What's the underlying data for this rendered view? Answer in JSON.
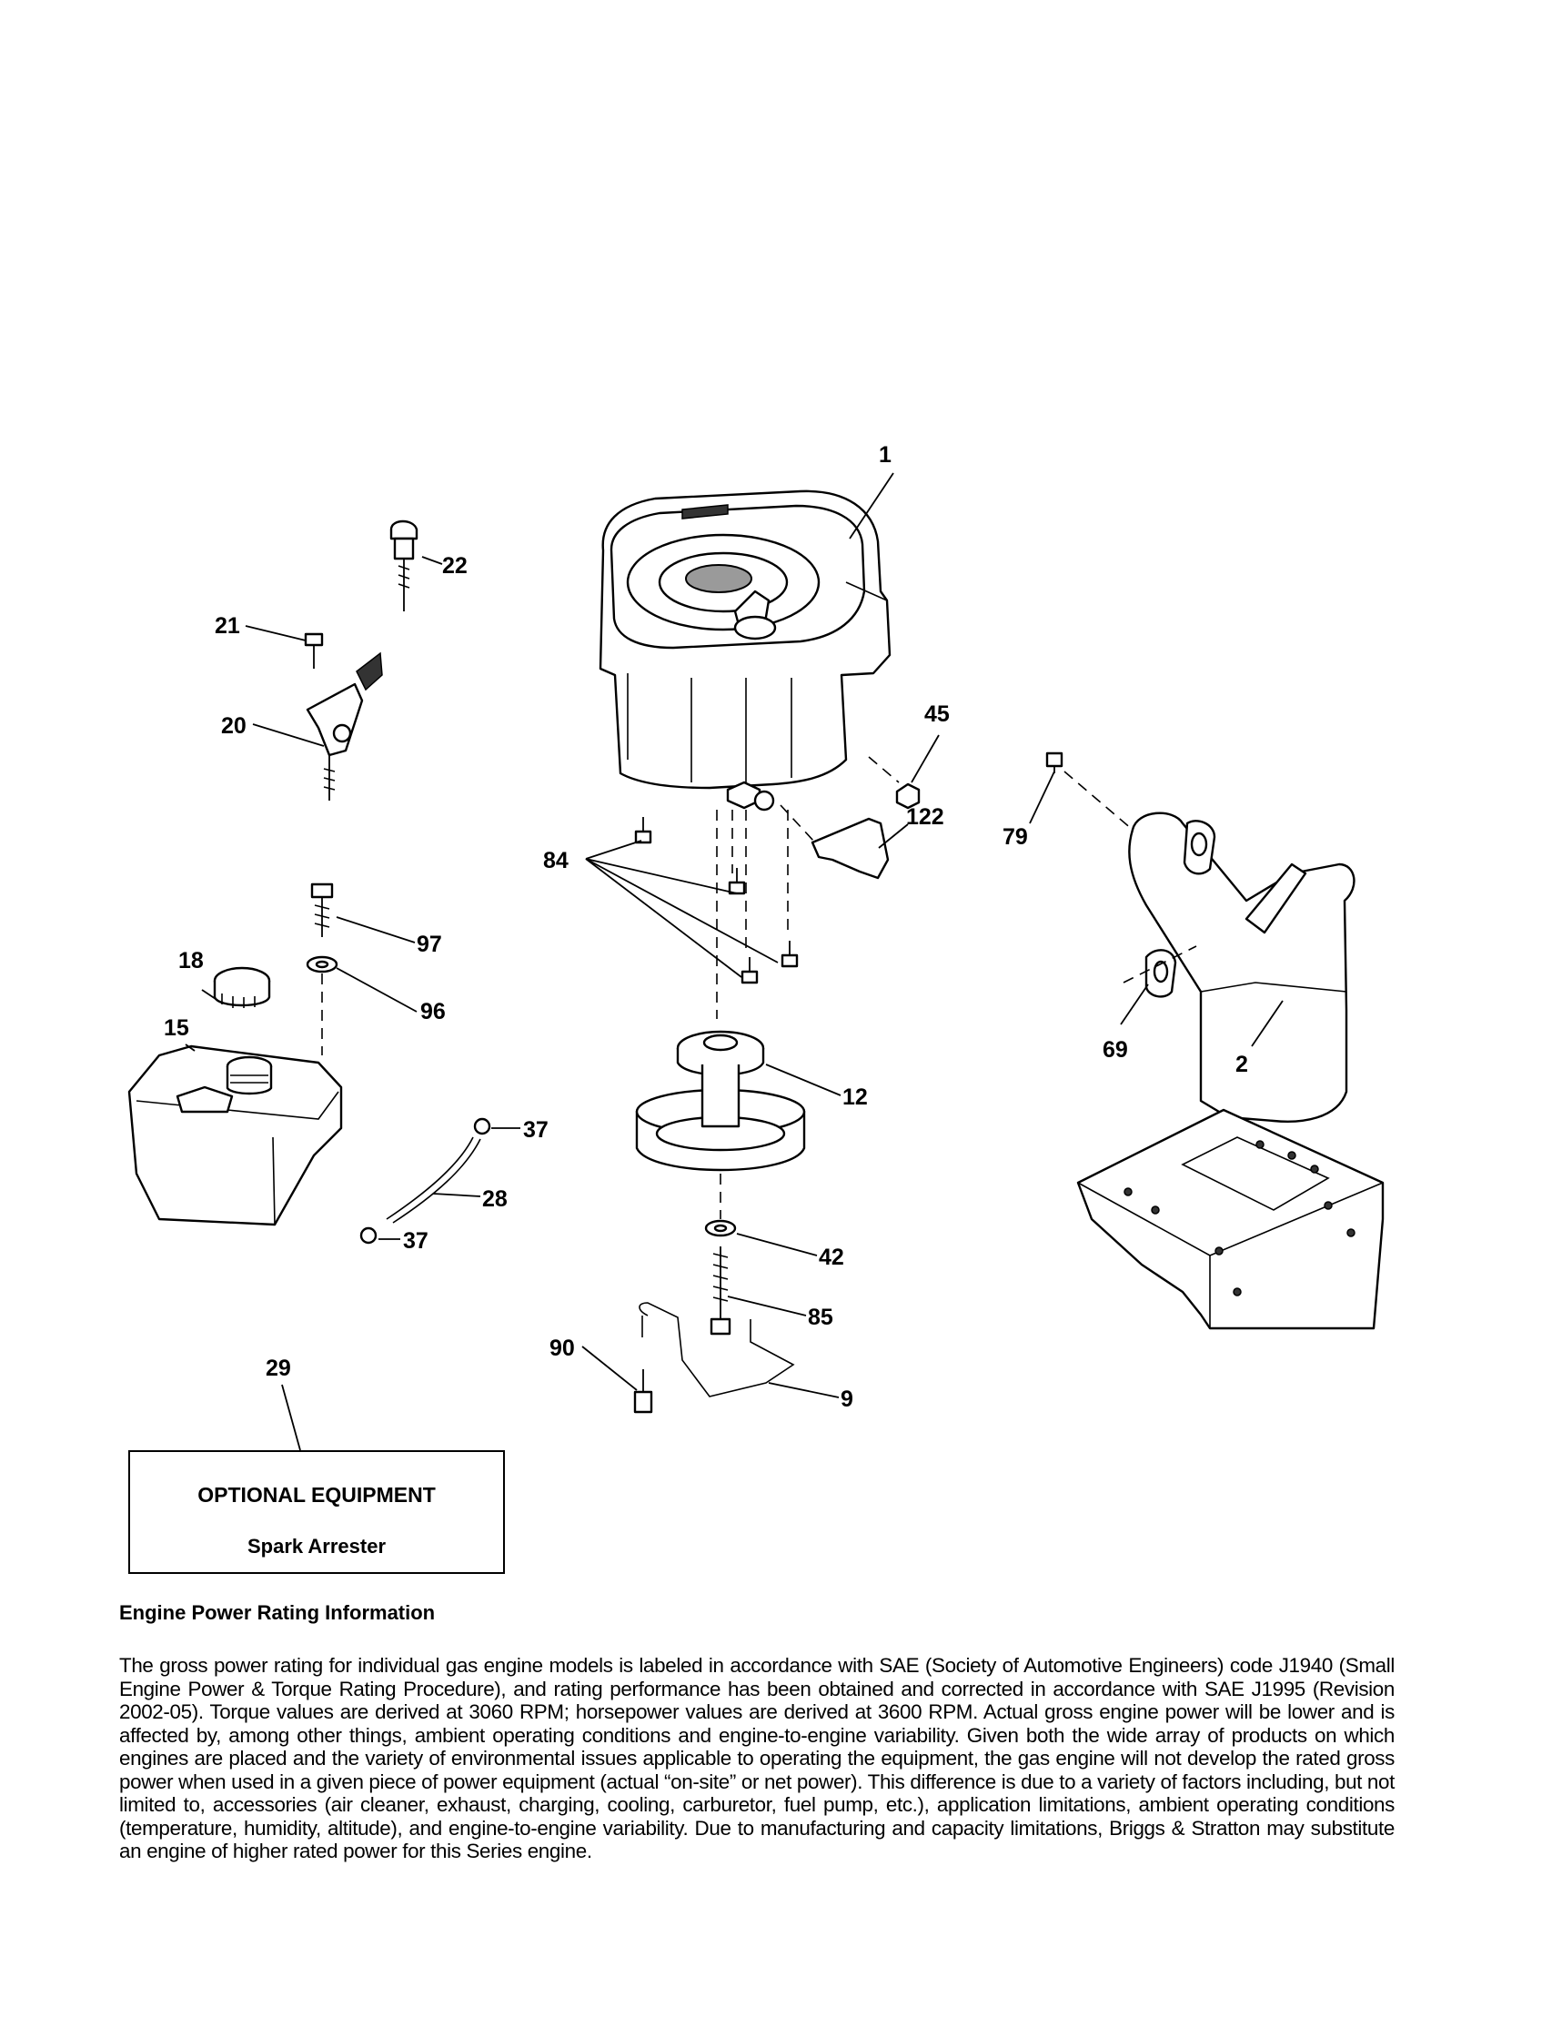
{
  "callouts": {
    "c1": "1",
    "c22": "22",
    "c21": "21",
    "c20": "20",
    "c45": "45",
    "c79": "79",
    "c122": "122",
    "c84": "84",
    "c97": "97",
    "c18": "18",
    "c96": "96",
    "c15": "15",
    "c69": "69",
    "c2": "2",
    "c12": "12",
    "c37a": "37",
    "c28": "28",
    "c37b": "37",
    "c42": "42",
    "c85": "85",
    "c29": "29",
    "c90": "90",
    "c9": "9"
  },
  "optional_box": {
    "title": "OPTIONAL EQUIPMENT",
    "item": "Spark Arrester"
  },
  "info": {
    "heading": "Engine Power Rating Information",
    "body": "The gross power rating for individual gas engine models is labeled in accordance with SAE (Society of Automotive Engineers) code J1940 (Small Engine Power & Torque Rating Procedure), and rating performance has been obtained and corrected in accordance with SAE J1995 (Revision 2002-05). Torque values are derived at 3060 RPM; horsepower values are derived at 3600 RPM. Actual gross engine power will be lower and is affected by, among other things, ambient operating conditions and engine-to-engine variability. Given both the wide array of products on which engines are placed and the variety of environmental issues applicable to operating the equipment, the gas engine will not develop the rated gross power when used in a given piece of power equipment (actual “on-site” or net power). This difference is due to a variety of factors including, but not limited to, accessories (air cleaner, exhaust, charging, cooling, carburetor, fuel pump, etc.), application limitations, ambient operating conditions (temperature, humidity, altitude), and engine-to-engine variability. Due to manufacturing and capacity limitations, Briggs & Stratton may substitute an engine of higher rated power for this Series engine."
  }
}
